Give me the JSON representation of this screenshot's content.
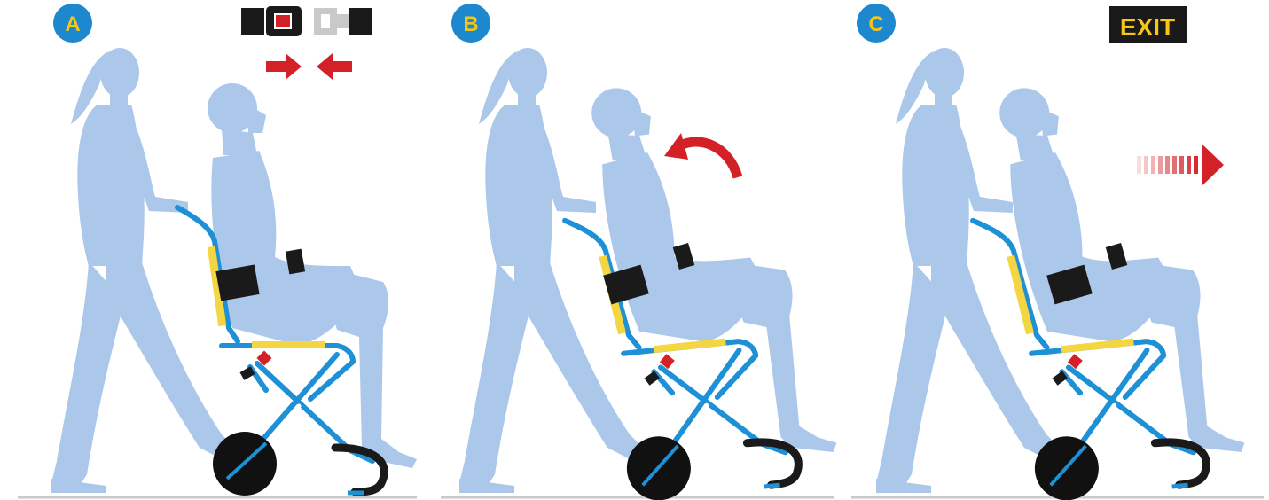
{
  "colors": {
    "silhouette": "#abc8ea",
    "frame": "#1e90d6",
    "seat_pad": "#f3d642",
    "strap": "#1a1a1a",
    "wheel": "#111111",
    "accent_red": "#d42127",
    "badge_blue": "#1e88cf",
    "badge_text": "#f5c518",
    "floor": "#c9c9c9"
  },
  "steps": [
    {
      "letter": "A",
      "cue": "seatbelt-fasten"
    },
    {
      "letter": "B",
      "cue": "recline-back"
    },
    {
      "letter": "C",
      "cue": "move-forward"
    }
  ],
  "exit_sign": {
    "label": "EXIT"
  },
  "icons": [
    "seatbelt-buckle-icon",
    "inward-arrows-icon",
    "curved-arrow-icon",
    "forward-arrow-icon"
  ]
}
